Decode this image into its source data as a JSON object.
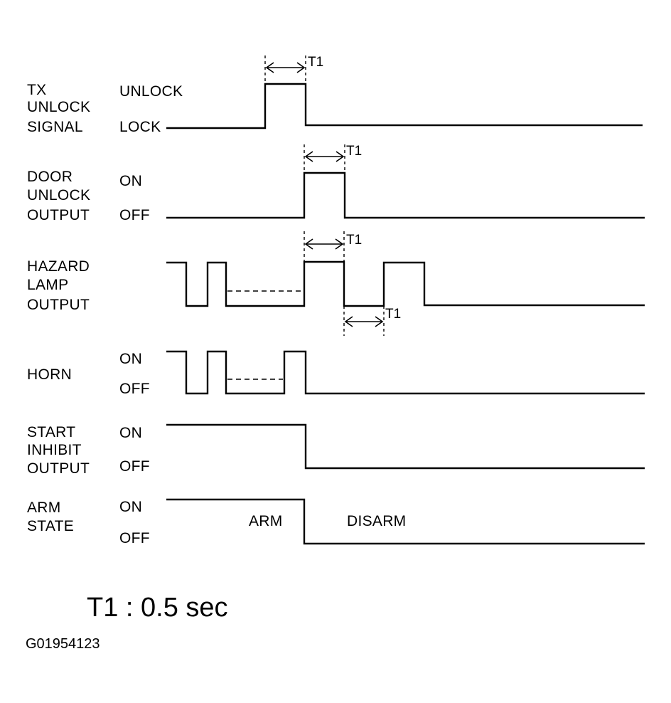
{
  "signals": [
    {
      "id": "tx",
      "name_lines": [
        "TX",
        "UNLOCK",
        "SIGNAL"
      ],
      "high_label": "UNLOCK",
      "low_label": "LOCK"
    },
    {
      "id": "door",
      "name_lines": [
        "DOOR",
        "UNLOCK",
        "OUTPUT"
      ],
      "high_label": "ON",
      "low_label": "OFF"
    },
    {
      "id": "hazard",
      "name_lines": [
        "HAZARD",
        "LAMP",
        "OUTPUT"
      ],
      "high_label": "",
      "low_label": ""
    },
    {
      "id": "horn",
      "name_lines": [
        "HORN"
      ],
      "high_label": "ON",
      "low_label": "OFF"
    },
    {
      "id": "start",
      "name_lines": [
        "START",
        "INHIBIT",
        "OUTPUT"
      ],
      "high_label": "ON",
      "low_label": "OFF"
    },
    {
      "id": "arm",
      "name_lines": [
        "ARM",
        "STATE"
      ],
      "high_label": "ON",
      "low_label": "OFF"
    }
  ],
  "interval_label": "T1",
  "state_labels": {
    "arm": "ARM",
    "disarm": "DISARM"
  },
  "legend": "T1 : 0.5 sec",
  "figure_code": "G01954123",
  "colors": {
    "line": "#000000",
    "background": "#ffffff"
  }
}
